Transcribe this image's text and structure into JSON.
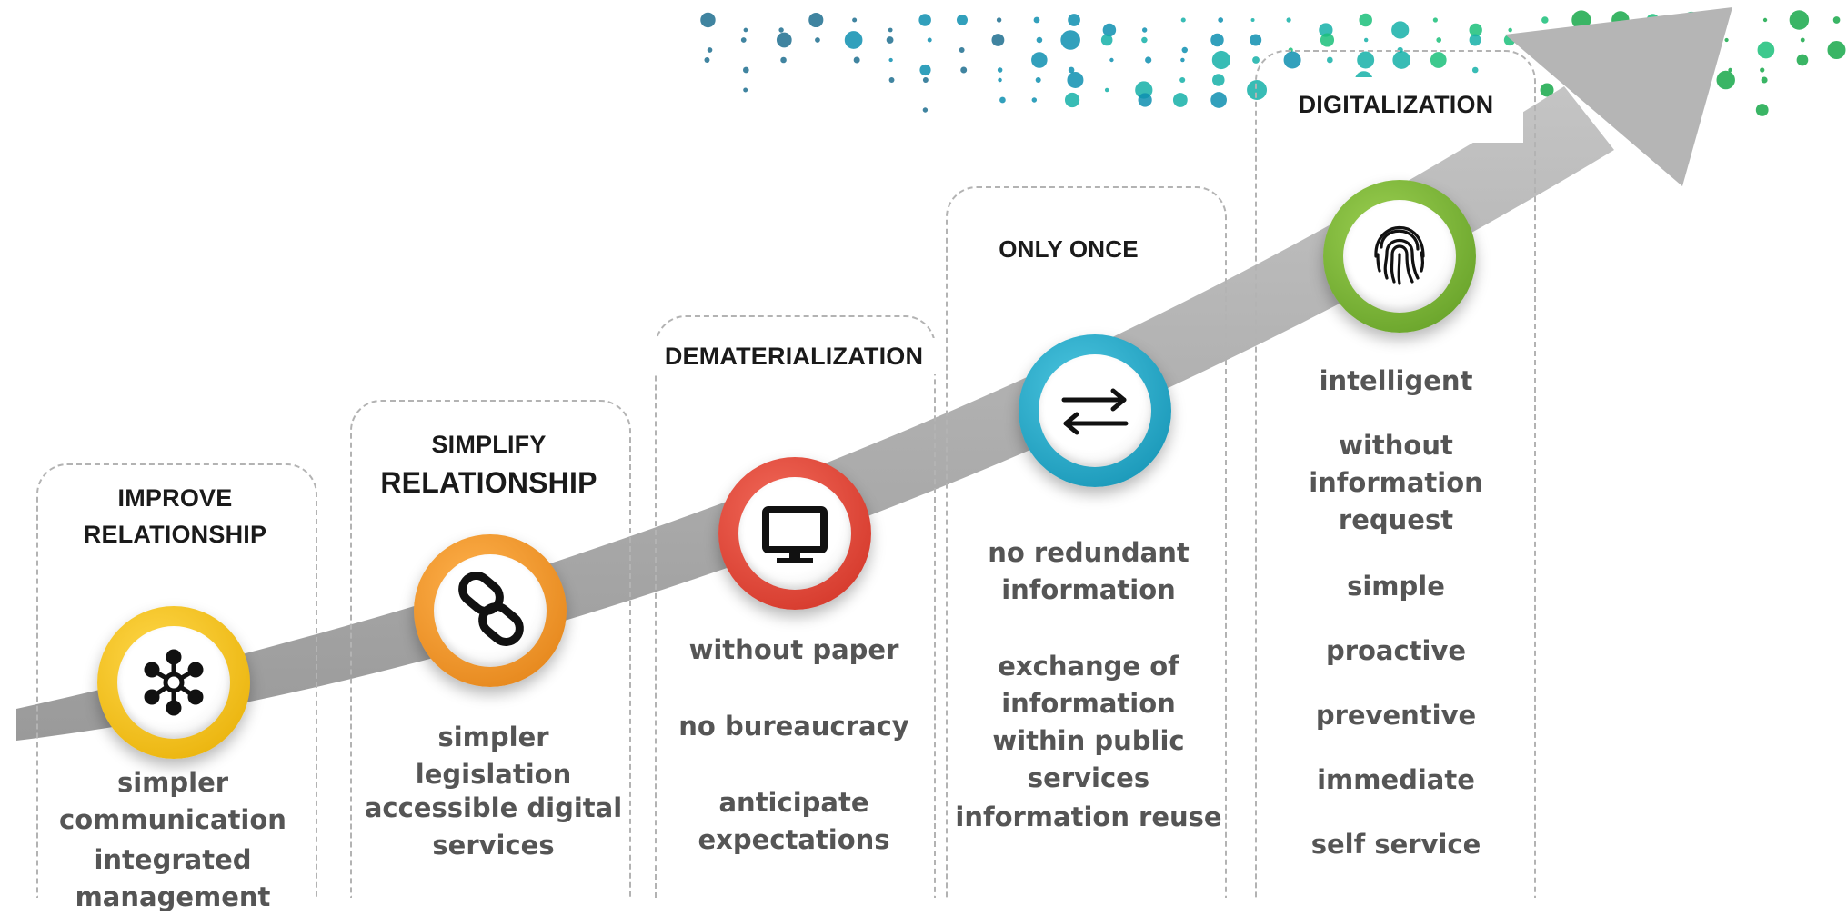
{
  "stages": [
    {
      "key": "improve",
      "title": [
        "IMPROVE",
        "RELATIONSHIP"
      ],
      "items": [
        "simpler communication",
        "integrated management"
      ],
      "icon": "network-icon",
      "ring_color": "#f5c11d"
    },
    {
      "key": "simplify",
      "title": [
        "SIMPLIFY",
        "RELATIONSHIP"
      ],
      "items": [
        "simpler legislation",
        "accessible digital services"
      ],
      "icon": "link-icon",
      "ring_color": "#f39a2a"
    },
    {
      "key": "dematerialization",
      "title": [
        "DEMATERIALIZATION"
      ],
      "items": [
        "without paper",
        "no bureaucracy",
        "anticipate expectations"
      ],
      "icon": "monitor-icon",
      "ring_color": "#e54637"
    },
    {
      "key": "only_once",
      "title": [
        "ONLY ONCE"
      ],
      "items": [
        "no redundant information",
        "exchange of information within public services",
        "information reuse"
      ],
      "icon": "exchange-arrows-icon",
      "ring_color": "#1ba7c9"
    },
    {
      "key": "digitalization",
      "title": [
        "DIGITALIZATION"
      ],
      "items": [
        "intelligent",
        "without information request",
        "simple",
        "proactive",
        "preventive",
        "immediate",
        "self service"
      ],
      "icon": "fingerprint-icon",
      "ring_color": "#7cb33a"
    }
  ],
  "colors": {
    "arrow": "#b0b0b0",
    "item_text": "#555555",
    "title_text": "#1a1a1a",
    "dots": [
      "#1e6f8f",
      "#0e8fb0",
      "#15b0a8",
      "#1bbf7a",
      "#18a84a"
    ]
  }
}
